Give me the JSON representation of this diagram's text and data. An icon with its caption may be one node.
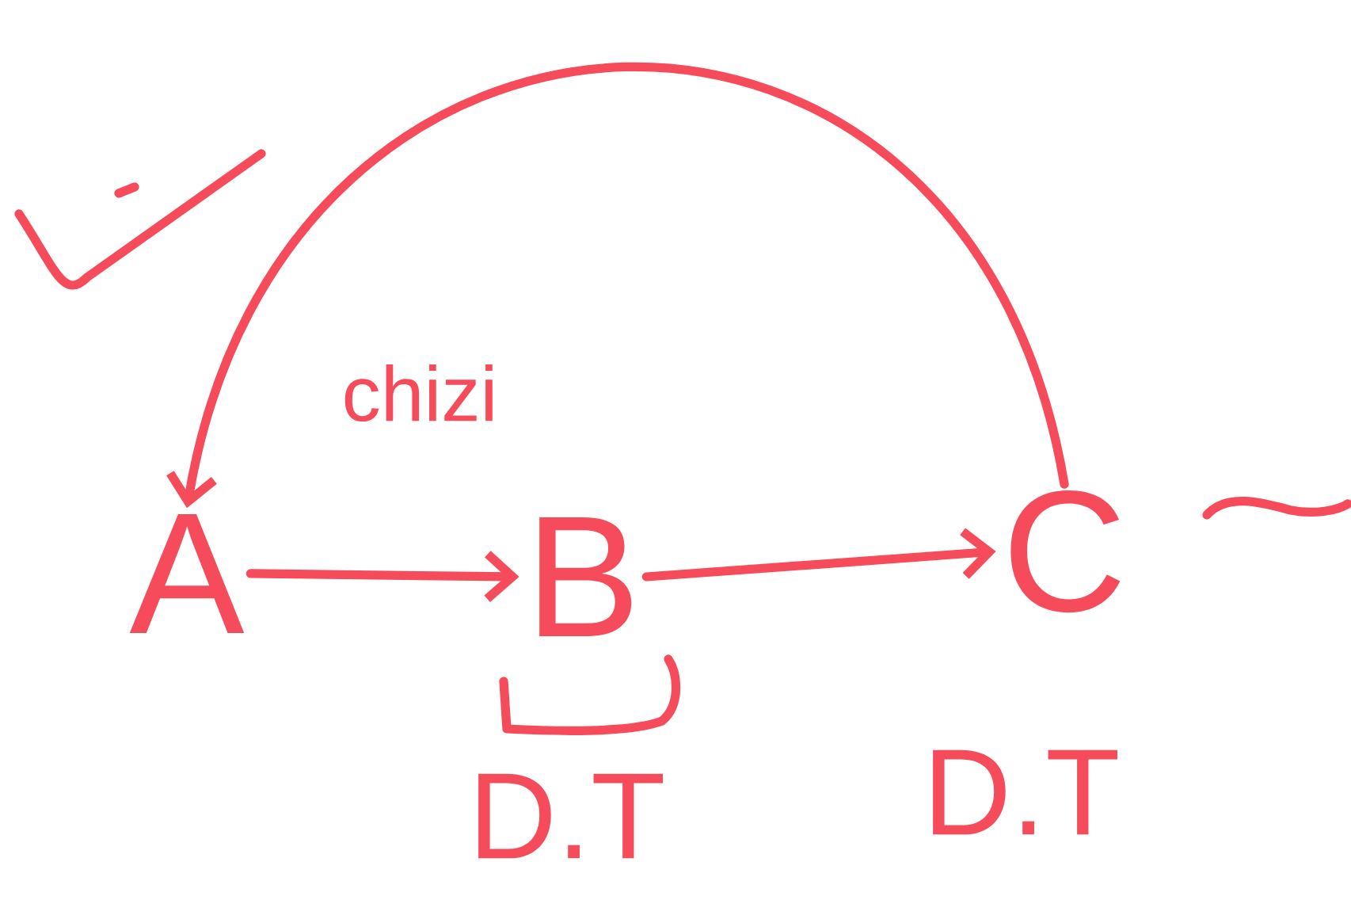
{
  "diagram": {
    "nodes": [
      {
        "text": [
          "A"
        ]
      },
      {
        "text": [
          "B"
        ]
      },
      {
        "text": [
          "C"
        ]
      }
    ],
    "edges": [
      {
        "from": 0,
        "to": 1,
        "arrow": "to"
      },
      {
        "from": 1,
        "to": 2,
        "arrow": "to"
      },
      {
        "from": 2,
        "to": 0,
        "arrow": "to"
      }
    ],
    "labels": [
      "chizi",
      "D.T",
      "D.T"
    ]
  }
}
